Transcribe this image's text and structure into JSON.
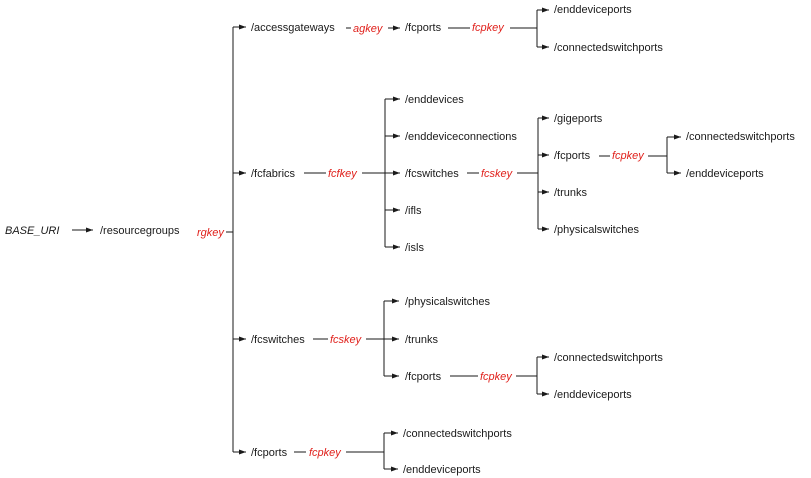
{
  "colors": {
    "ink": "#1a1a1a",
    "key": "#e0201b",
    "background": "#ffffff"
  },
  "root": "BASE_URI",
  "resourcegroups": "/resourcegroups",
  "rgkey": "rgkey",
  "accessgateways": {
    "label": "/accessgateways",
    "key": "agkey",
    "fcports": "/fcports",
    "fcpkey": "fcpkey",
    "enddeviceports": "/enddeviceports",
    "connectedswitchports": "/connectedswitchports"
  },
  "fcfabrics": {
    "label": "/fcfabrics",
    "key": "fcfkey",
    "enddevices": "/enddevices",
    "enddeviceconnections": "/enddeviceconnections",
    "fcswitches": "/fcswitches",
    "fcskey": "fcskey",
    "ifls": "/ifls",
    "isls": "/isls",
    "gigeports": "/gigeports",
    "fcports": "/fcports",
    "fcpkey": "fcpkey",
    "connectedswitchports": "/connectedswitchports",
    "enddeviceports": "/enddeviceports",
    "trunks": "/trunks",
    "physicalswitches": "/physicalswitches"
  },
  "fcswitches": {
    "label": "/fcswitches",
    "key": "fcskey",
    "physicalswitches": "/physicalswitches",
    "trunks": "/trunks",
    "fcports": "/fcports",
    "fcpkey": "fcpkey",
    "connectedswitchports": "/connectedswitchports",
    "enddeviceports": "/enddeviceports"
  },
  "fcports": {
    "label": "/fcports",
    "key": "fcpkey",
    "connectedswitchports": "/connectedswitchports",
    "enddeviceports": "/enddeviceports"
  }
}
